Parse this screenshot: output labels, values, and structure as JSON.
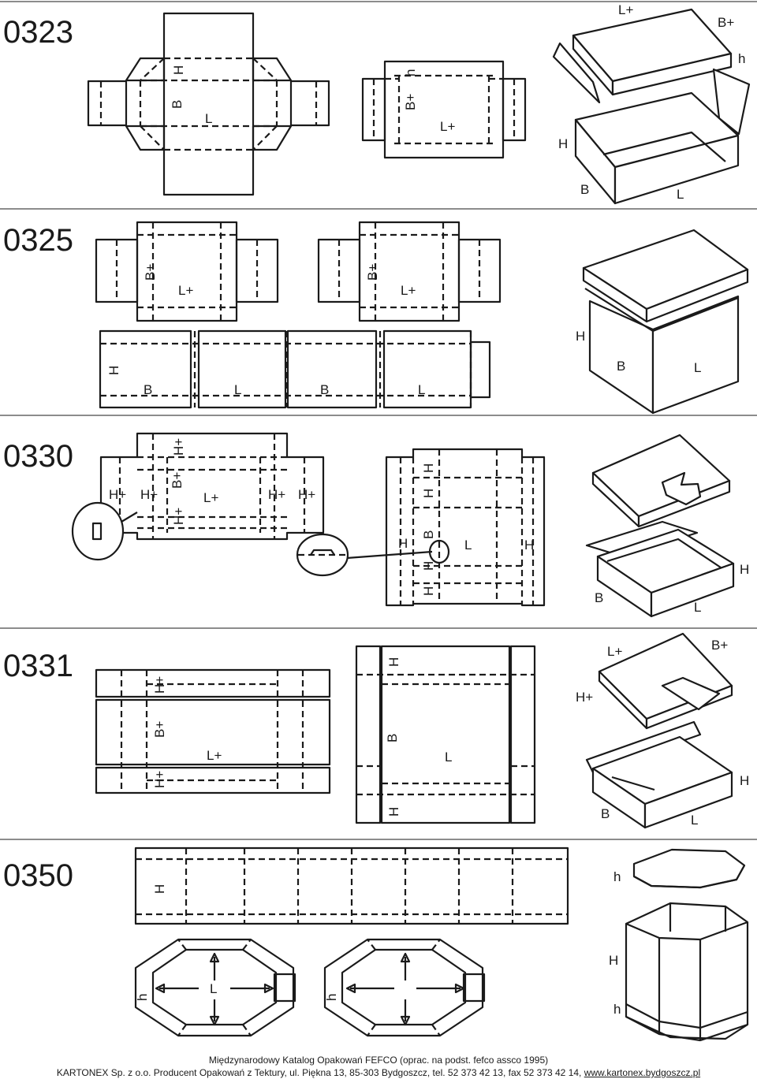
{
  "sections": [
    {
      "code": "0323",
      "labels": {
        "net_h": "H",
        "net_b": "B",
        "net_l": "L",
        "net2_h": "h",
        "net2_b": "B+",
        "net2_l": "L+",
        "iso_lplus": "L+",
        "iso_bplus": "B+",
        "iso_h_small": "h",
        "iso_h": "H",
        "iso_b": "B",
        "iso_l": "L"
      }
    },
    {
      "code": "0325",
      "labels": {
        "lid1_b": "B+",
        "lid1_l": "L+",
        "lid2_b": "B+",
        "lid2_l": "L+",
        "strip_h": "H",
        "strip_b1": "B",
        "strip_l1": "L",
        "strip_b2": "B",
        "strip_l2": "L",
        "iso_h": "H",
        "iso_b": "B",
        "iso_l": "L"
      }
    },
    {
      "code": "0330",
      "labels": {
        "lid_hplus_top": "H+",
        "lid_bplus": "B+",
        "lid_lplus": "L+",
        "lid_hplus_bottom": "H+",
        "lid_hplus_l1": "H+",
        "lid_hplus_l2": "H+",
        "lid_hplus_r1": "H+",
        "lid_hplus_r2": "H+",
        "tray_h1": "H",
        "tray_h2": "H",
        "tray_b": "B",
        "tray_h3": "H",
        "tray_h4": "H",
        "tray_h_left": "H",
        "tray_l": "L",
        "tray_h_right": "H",
        "iso_h": "H",
        "iso_b": "B",
        "iso_l": "L"
      }
    },
    {
      "code": "0331",
      "labels": {
        "lid_hplus_top": "H+",
        "lid_bplus": "B+",
        "lid_lplus": "L+",
        "lid_hplus_bottom": "H+",
        "tray_h_top": "H",
        "tray_b": "B",
        "tray_l": "L",
        "tray_h_bottom": "H",
        "iso_lplus": "L+",
        "iso_bplus": "B+",
        "iso_hplus": "H+",
        "iso_h": "H",
        "iso_b": "B",
        "iso_l": "L"
      }
    },
    {
      "code": "0350",
      "labels": {
        "strip_h": "H",
        "oct1_h": "h",
        "oct1_l": "L",
        "oct2_h": "h",
        "iso_h_top": "h",
        "iso_h": "H",
        "iso_h_bottom": "h"
      }
    }
  ],
  "footer": {
    "line1": "Międzynarodowy Katalog Opakowań FEFCO (oprac. na podst. fefco assco 1995)",
    "line2_text": "KARTONEX Sp. z o.o. Producent Opakowań z Tektury, ul. Piękna 13, 85-303 Bydgoszcz, tel. 52 373 42 13, fax 52  373 42 14, ",
    "line2_link": "www.kartonex.bydgoszcz.pl"
  }
}
